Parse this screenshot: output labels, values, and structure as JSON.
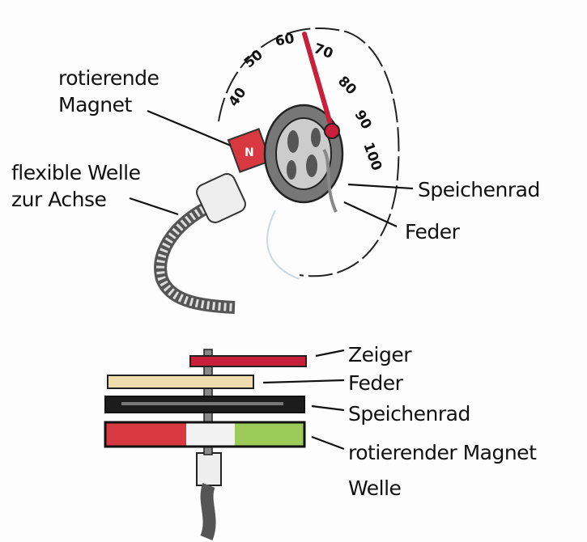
{
  "top_view": {
    "dial_numbers": [
      "40",
      "50",
      "60",
      "70",
      "80",
      "90",
      "100"
    ],
    "labels": {
      "rotating_magnet_line1": "rotierende",
      "rotating_magnet_line2": "Magnet",
      "flexible_shaft_line1": "flexible Welle",
      "flexible_shaft_line2": "zur Achse",
      "spoke_wheel": "Speichenrad",
      "spring": "Feder"
    },
    "magnet_letter": "N"
  },
  "exploded_view": {
    "labels": {
      "pointer": "Zeiger",
      "spring": "Feder",
      "spoke_wheel": "Speichenrad",
      "rotating_magnet": "rotierender Magnet",
      "shaft": "Welle"
    }
  },
  "colors": {
    "pointer_red": "#c8203a",
    "magnet_red": "#d8383f",
    "magnet_green": "#9ccb5a",
    "spring_beige": "#eedcb0",
    "wheel_dark": "#1c1c1c"
  }
}
